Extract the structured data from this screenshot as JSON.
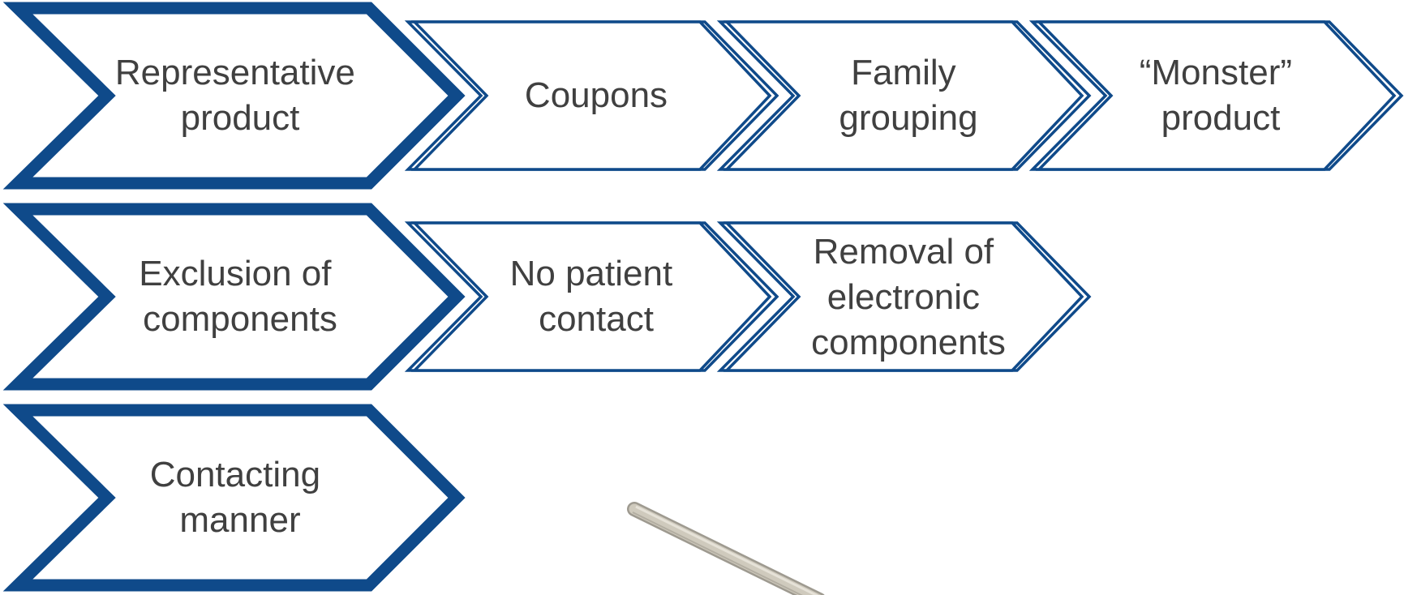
{
  "colors": {
    "border": "#0f4a8a",
    "text": "#404040",
    "background": "#ffffff",
    "object": "#c9c4b8"
  },
  "rows": [
    {
      "primary": {
        "lines": [
          "Representative",
          "product"
        ]
      },
      "secondary": [
        {
          "lines": [
            "Coupons"
          ]
        },
        {
          "lines": [
            "Family",
            "grouping"
          ]
        },
        {
          "lines": [
            "“Monster”",
            "product"
          ]
        }
      ]
    },
    {
      "primary": {
        "lines": [
          "Exclusion of",
          "components"
        ]
      },
      "secondary": [
        {
          "lines": [
            "No patient",
            "contact"
          ]
        },
        {
          "lines": [
            "Removal of",
            "electronic",
            "components"
          ]
        }
      ]
    },
    {
      "primary": {
        "lines": [
          "Contacting",
          "manner"
        ]
      },
      "secondary": []
    }
  ],
  "photo": {
    "icon": "rod-device-photo"
  }
}
